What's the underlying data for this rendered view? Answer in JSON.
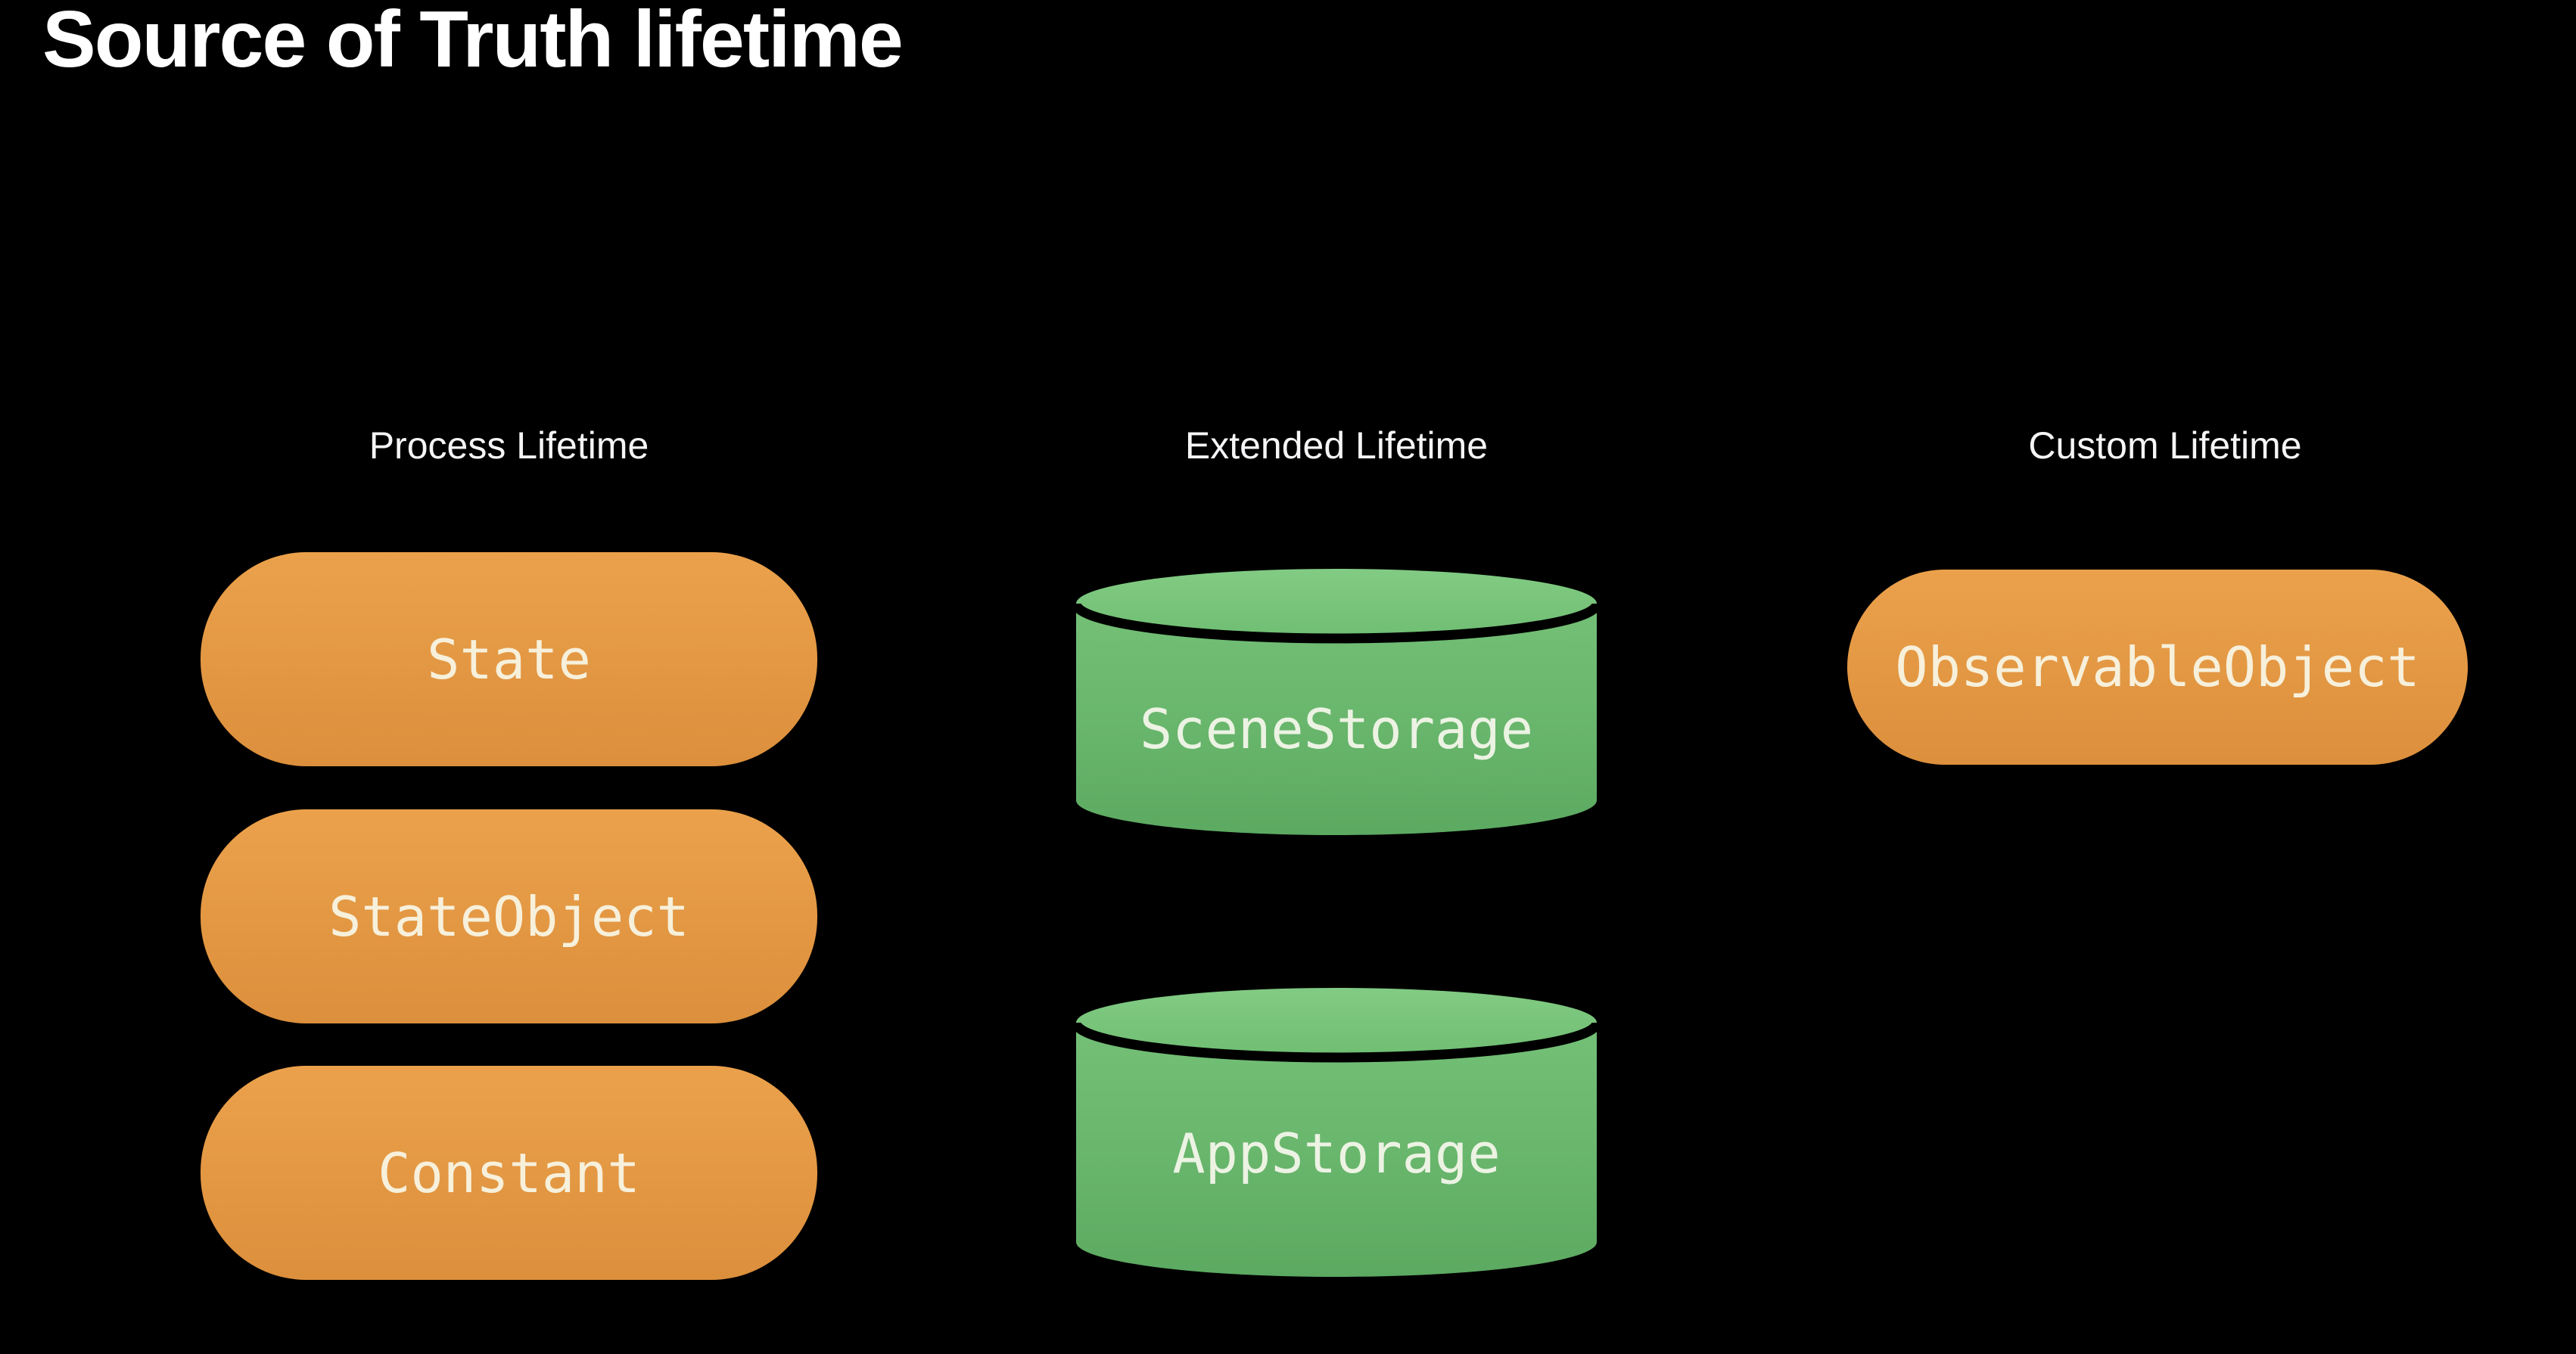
{
  "slide": {
    "title": "Source of Truth lifetime"
  },
  "columns": [
    {
      "header": "Process Lifetime",
      "items": [
        {
          "label": "State",
          "shape": "pill",
          "color": "orange"
        },
        {
          "label": "StateObject",
          "shape": "pill",
          "color": "orange"
        },
        {
          "label": "Constant",
          "shape": "pill",
          "color": "orange"
        }
      ]
    },
    {
      "header": "Extended Lifetime",
      "items": [
        {
          "label": "SceneStorage",
          "shape": "cylinder",
          "color": "green"
        },
        {
          "label": "AppStorage",
          "shape": "cylinder",
          "color": "green"
        }
      ]
    },
    {
      "header": "Custom Lifetime",
      "items": [
        {
          "label": "ObservableObject",
          "shape": "pill",
          "color": "orange"
        }
      ]
    }
  ],
  "colors": {
    "background": "#000000",
    "title_color": "#ffffff",
    "header_color": "#f5f5f7",
    "pill_orange_top": "#eba14b",
    "pill_orange_bottom": "#dc8f3c",
    "pill_text": "#f7f0db",
    "cylinder_lid_top": "#82cb84",
    "cylinder_lid_bottom": "#6fbe72",
    "cylinder_body_top": "#74c077",
    "cylinder_body_bottom": "#5ca961",
    "cylinder_separator": "#000000",
    "cylinder_text": "#ecf3e3"
  }
}
